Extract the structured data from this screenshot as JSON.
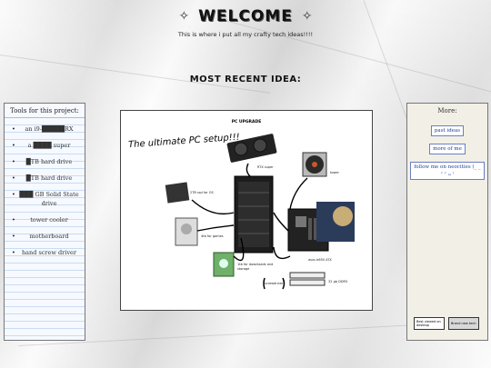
{
  "header": {
    "title": "WELCOME",
    "sparkle_left": "✧",
    "sparkle_right": "✧",
    "subtitle": "This is where i put all my crafty tech ideas!!!!"
  },
  "section_title": "MOST RECENT IDEA:",
  "tools": {
    "heading": "Tools for this project:",
    "items": [
      "an i9-█████RX",
      "a ████ super",
      "█TB hard drive",
      "█TB hard drive",
      "███ GB Solid State drive",
      "tower cooler",
      "motherboard",
      "hand screw driver"
    ]
  },
  "more": {
    "heading": "More:",
    "links": [
      "past ideas",
      "more of me",
      "follow me on neocities (_ _ ᐟ ᐟ ₎ᵤ ⁾"
    ],
    "badges": [
      "Best viewed on desktop",
      "Brand new tech"
    ]
  },
  "card": {
    "title": "PC UPGRADE",
    "handwritten": "The ultimate PC setup!!!",
    "labels": {
      "gpu": "RTX super",
      "ssd": "2TB ssd for OS",
      "hdd1": "4tb for games",
      "hdd2": "1tb for downloads and storage",
      "cooler": "tower",
      "mobo": "asus b650 ATX",
      "ram": "32 gb DDR5",
      "screwdriver": "screwdriver"
    }
  },
  "colors": {
    "link": "#1b3f99",
    "panel_blue": "#f6f9ff",
    "panel_beige": "#f2efe6"
  }
}
